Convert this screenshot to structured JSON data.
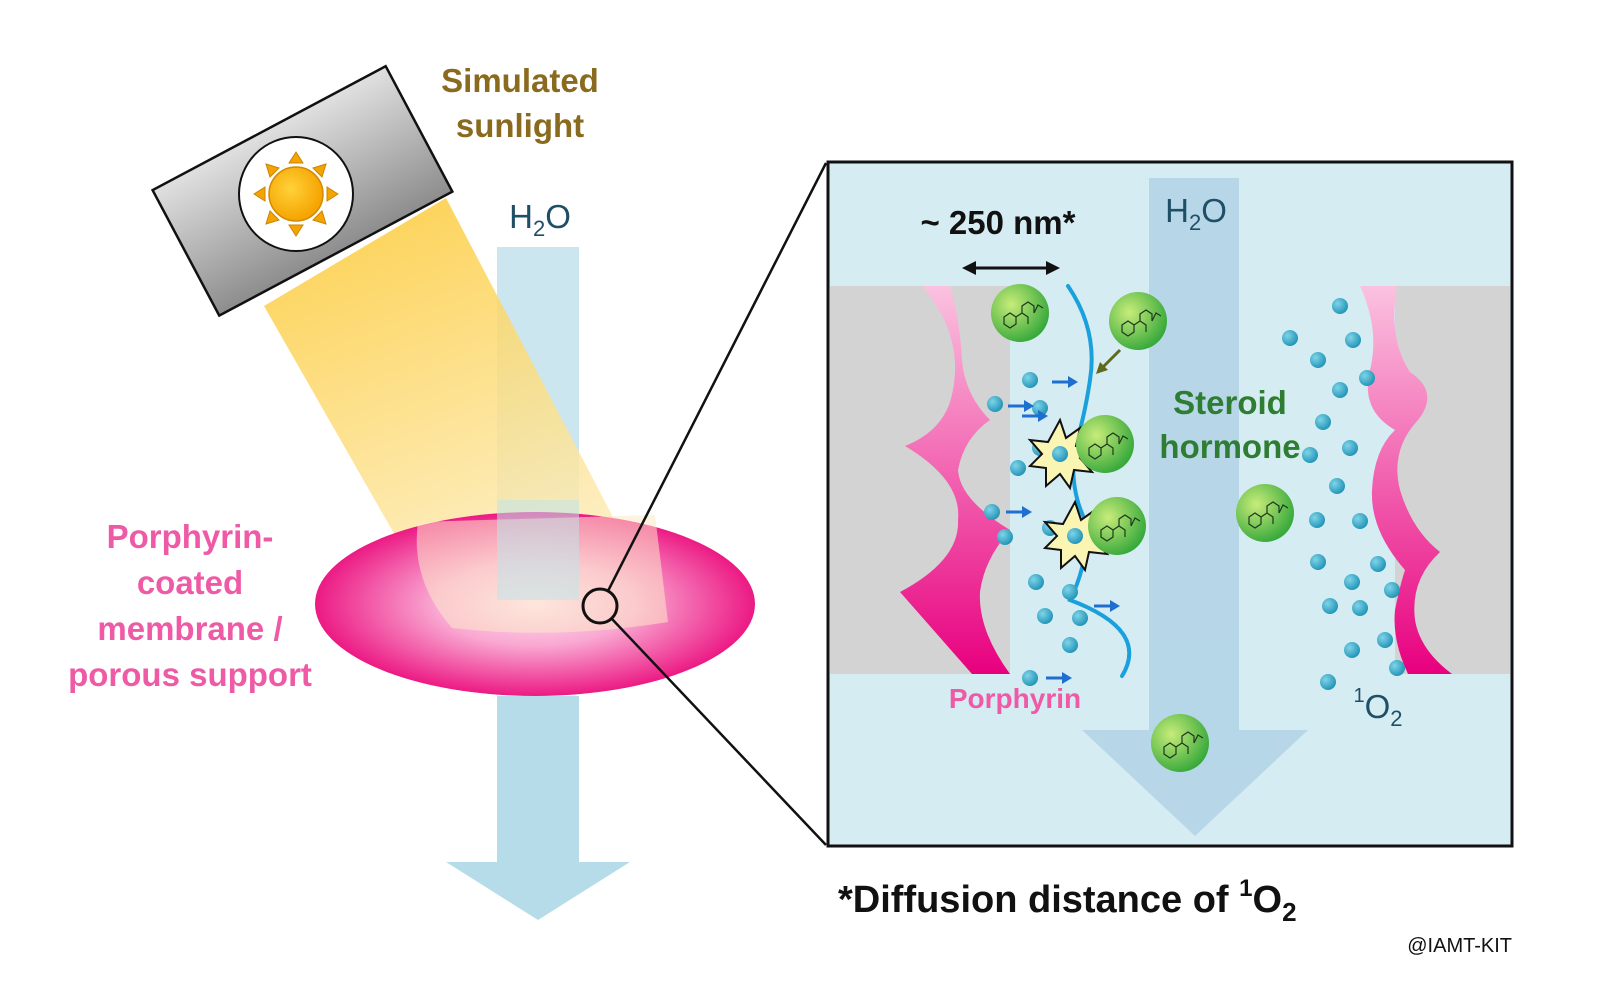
{
  "labels": {
    "sunlight_line1": "Simulated",
    "sunlight_line2": "sunlight",
    "water_left": "H",
    "water_left_sub": "2",
    "water_left_end": "O",
    "membrane_line1": "Porphyrin-",
    "membrane_line2": "coated",
    "membrane_line3": "membrane /",
    "membrane_line4": "porous support"
  },
  "inset": {
    "distance": "~ 250 nm*",
    "water": "H",
    "water_sub": "2",
    "water_end": "O",
    "steroid_line1": "Steroid",
    "steroid_line2": "hormone",
    "porphyrin": "Porphyrin",
    "singlet_sup": "1",
    "singlet_main": "O",
    "singlet_sub": "2"
  },
  "footnote": {
    "prefix": "*Diffusion distance of ",
    "sup": "1",
    "main": "O",
    "sub": "2"
  },
  "credit": "@IAMT-KIT",
  "colors": {
    "sunlight_text": "#8a6a1e",
    "water_text": "#1f4f66",
    "membrane_text": "#ef5aa6",
    "steroid_text": "#2f7d32",
    "porphyrin": "#e8007f",
    "water_flow": "#a9d6e5",
    "inset_bg": "#d6ecf3",
    "singlet_oxygen": "#2aa3c1",
    "arrow_blue": "#1e6fd0"
  }
}
